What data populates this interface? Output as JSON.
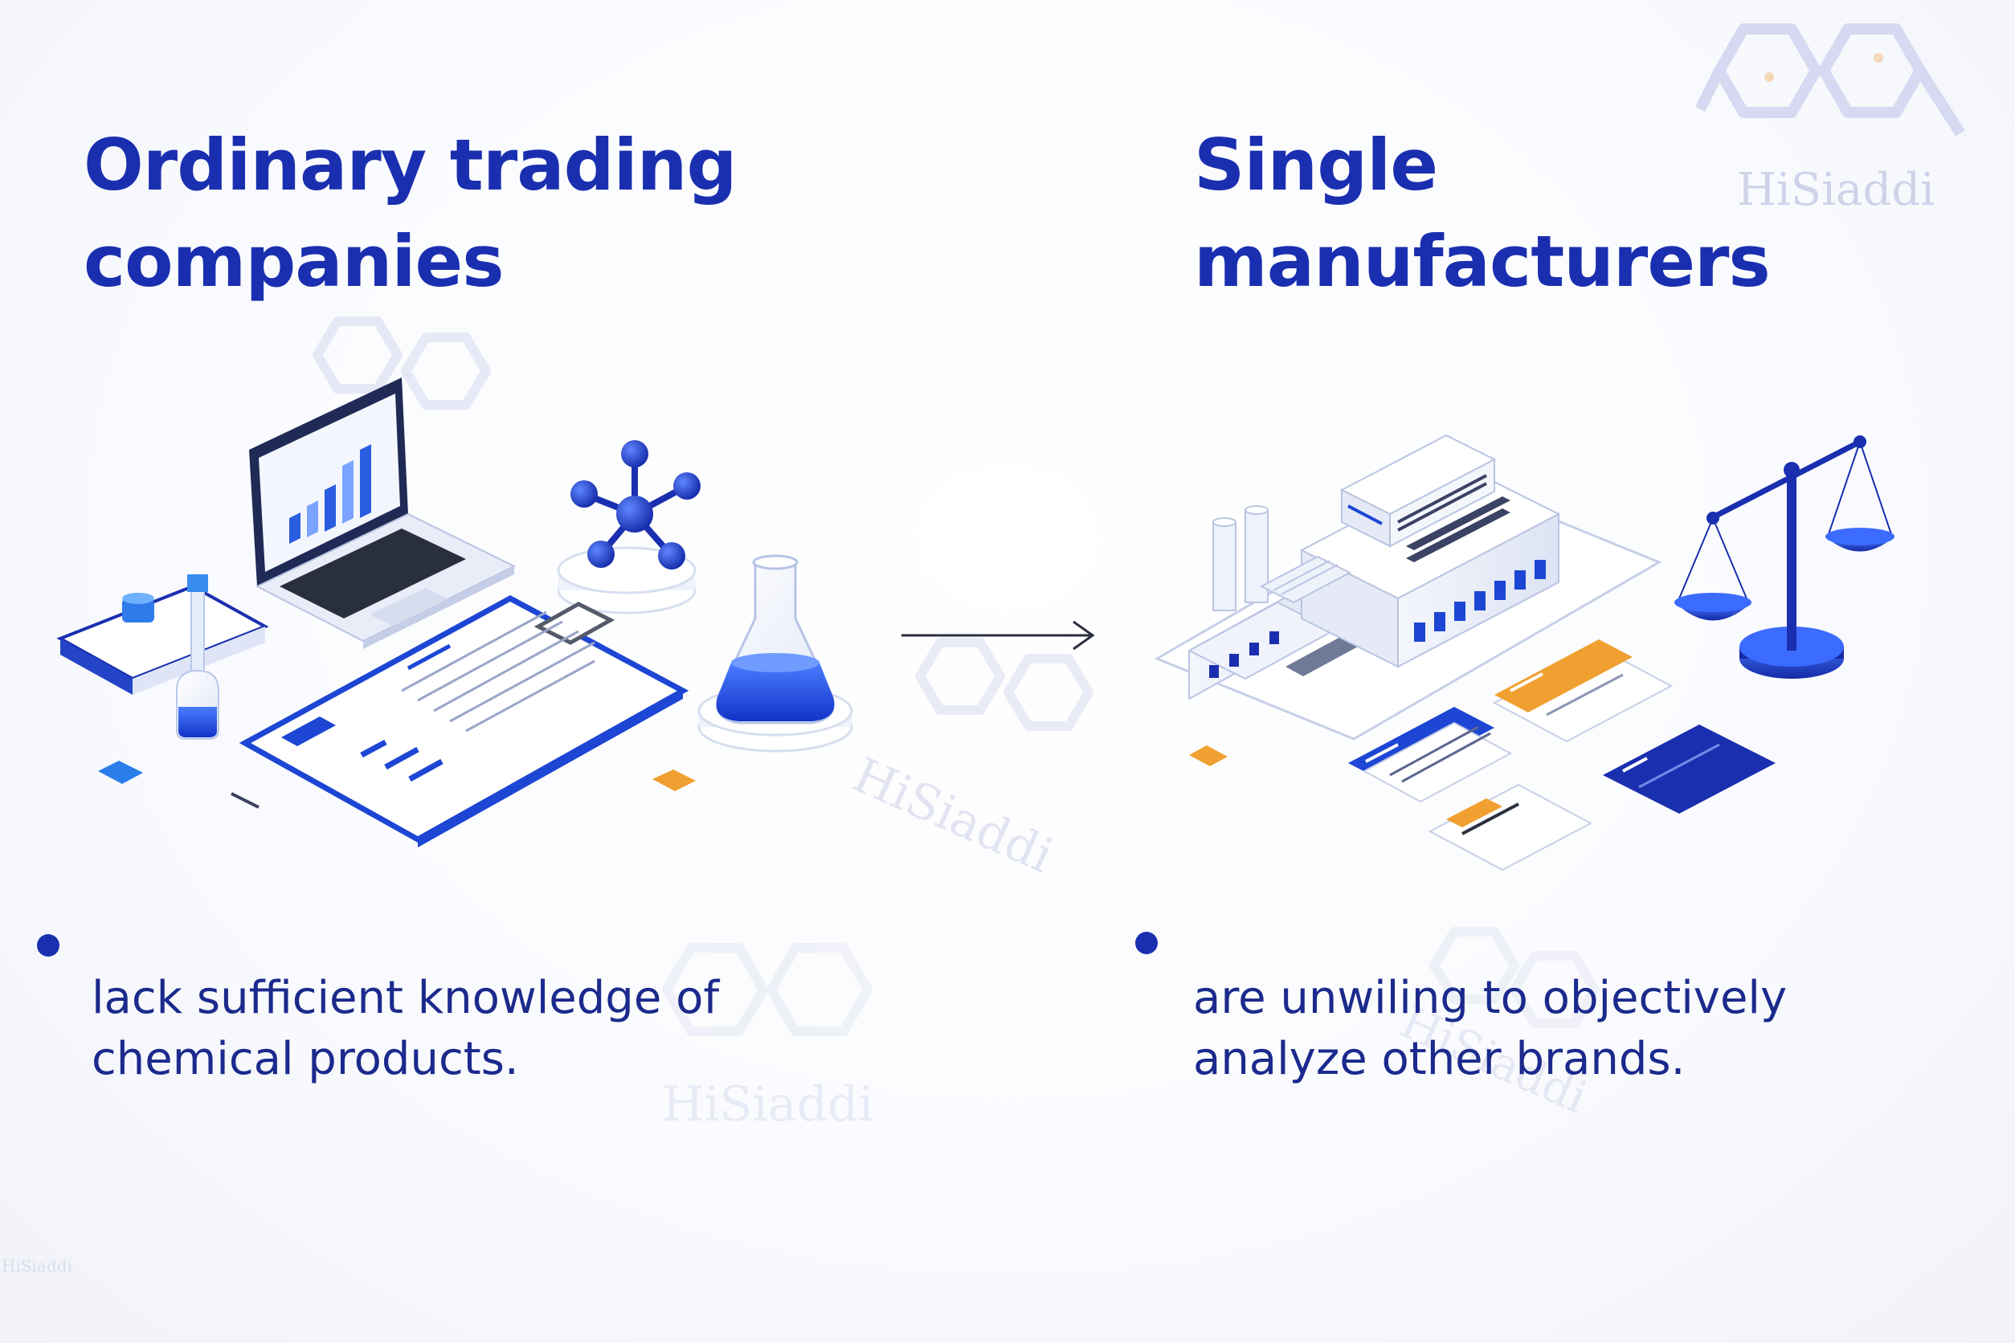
{
  "columns": {
    "left": {
      "heading_lines": [
        "Ordinary trading",
        "companies"
      ],
      "bullet_lines": [
        "lack sufficient knowledge of",
        "chemical products."
      ],
      "illustration": "laptop-chart-molecule-flask-document-icon"
    },
    "right": {
      "heading_lines": [
        "Single",
        "manufacturers"
      ],
      "bullet_lines": [
        "are unwiling to objectively",
        "analyze other brands."
      ],
      "illustration": "factory-scale-brand-cards-icon"
    }
  },
  "connector": {
    "icon": "arrow-right-icon"
  },
  "watermark": {
    "text": "HiSiaddi",
    "icon": "hexagon-molecule-logo-icon"
  },
  "colors": {
    "heading": "#1a2fb0",
    "body_text": "#1b2a8c",
    "accent_blue": "#1d46d4",
    "accent_orange": "#f0a030",
    "watermark": "#c9cde6",
    "background": "#f9fafd"
  }
}
